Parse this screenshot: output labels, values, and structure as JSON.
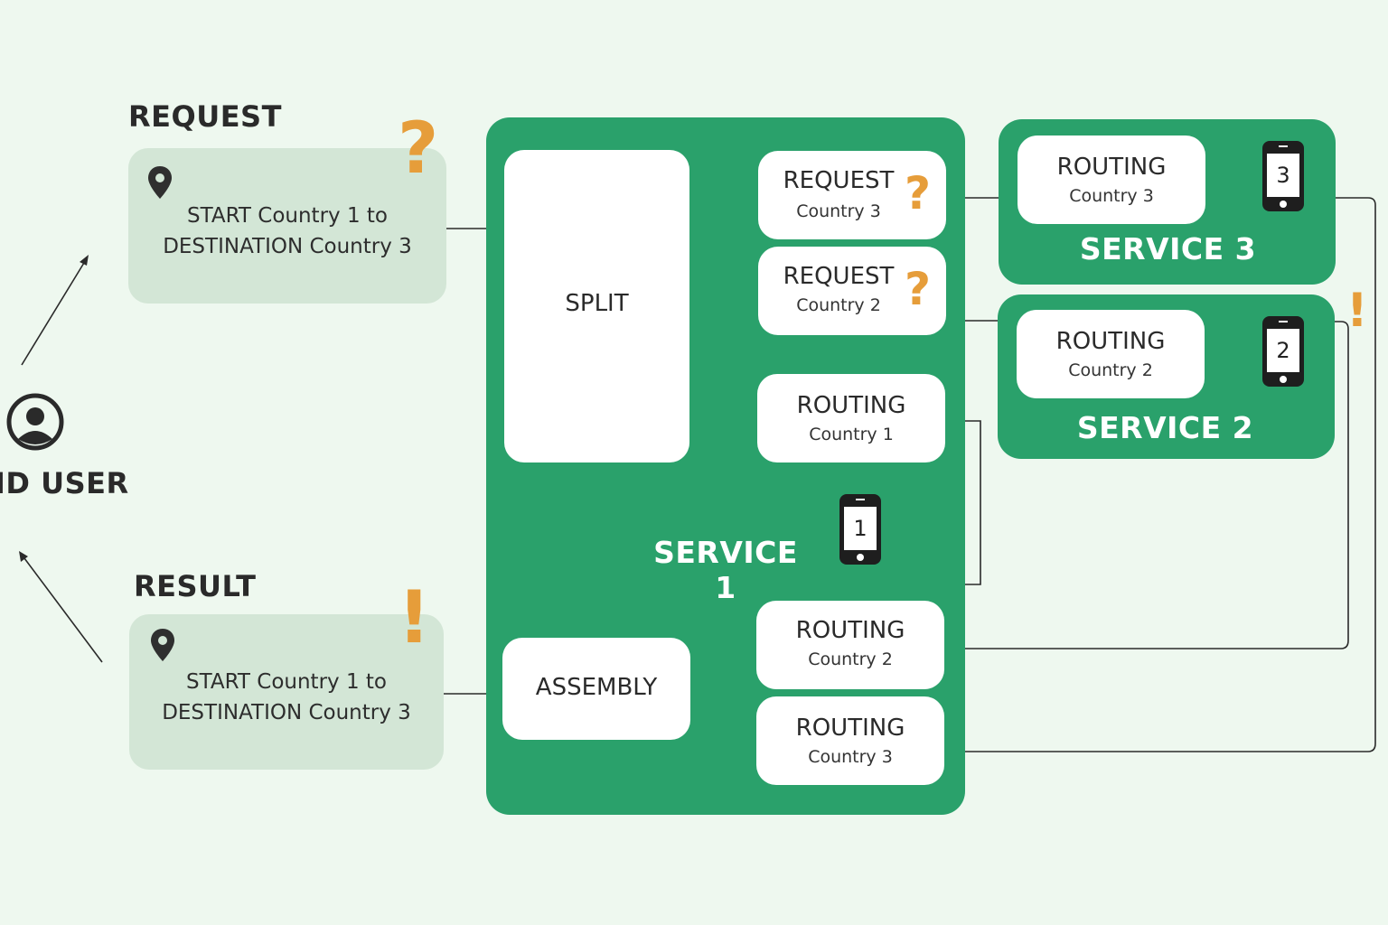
{
  "end_user": {
    "label": "ID USER",
    "icon": "user-circle-icon"
  },
  "request_panel": {
    "heading": "REQUEST",
    "line1": "START Country 1 to",
    "line2": "DESTINATION Country 3",
    "mark": "?"
  },
  "result_panel": {
    "heading": "RESULT",
    "line1": "START Country 1 to",
    "line2": "DESTINATION Country 3",
    "mark": "!"
  },
  "service1": {
    "label": "SERVICE 1",
    "phone_number": "1",
    "split_label": "SPLIT",
    "assembly_label": "ASSEMBLY",
    "request_country3": {
      "title": "REQUEST",
      "sub": "Country 3",
      "mark": "?"
    },
    "request_country2": {
      "title": "REQUEST",
      "sub": "Country 2",
      "mark": "?"
    },
    "routing_country1": {
      "title": "ROUTING",
      "sub": "Country 1"
    },
    "routing_country2": {
      "title": "ROUTING",
      "sub": "Country 2"
    },
    "routing_country3": {
      "title": "ROUTING",
      "sub": "Country 3"
    }
  },
  "service2": {
    "label": "SERVICE 2",
    "phone_number": "2",
    "routing": {
      "title": "ROUTING",
      "sub": "Country 2"
    },
    "mark": "!"
  },
  "service3": {
    "label": "SERVICE 3",
    "phone_number": "3",
    "routing": {
      "title": "ROUTING",
      "sub": "Country 3"
    }
  },
  "colors": {
    "background": "#eef8ef",
    "service_green": "#2aa16b",
    "panel_light": "#d3e6d6",
    "accent_orange": "#e69d3a",
    "card_white": "#ffffff"
  }
}
